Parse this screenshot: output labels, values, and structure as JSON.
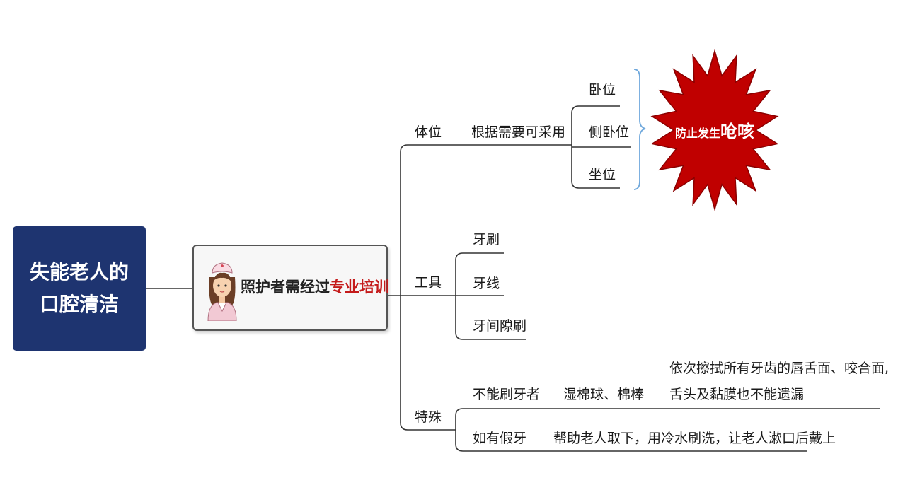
{
  "root": {
    "title": "失能老人的\n口腔清洁"
  },
  "center": {
    "text_prefix": "照护者需经过",
    "text_highlight": "专业培训"
  },
  "branches": {
    "posture": {
      "label": "体位",
      "note": "根据需要可采用",
      "options": [
        "卧位",
        "侧卧位",
        "坐位"
      ]
    },
    "tools": {
      "label": "工具",
      "items": [
        "牙刷",
        "牙线",
        "牙间隙刷"
      ]
    },
    "special": {
      "label": "特殊",
      "cases": [
        {
          "label": "不能刷牙者",
          "tool": "湿棉球、棉棒",
          "detail_line1": "依次擦拭所有牙齿的唇舌面、咬合面,",
          "detail_line2": "舌头及黏膜也不能遗漏"
        },
        {
          "label": "如有假牙",
          "detail": "帮助老人取下，用冷水刷洗，让老人漱口后戴上"
        }
      ]
    }
  },
  "callout": {
    "text_small": "防止发生",
    "text_big": "呛咳"
  },
  "colors": {
    "root_bg": "#1e3470",
    "highlight_red": "#c41a1a",
    "burst_red": "#c00000",
    "bracket_blue": "#6fa8dc",
    "line": "#333333"
  }
}
